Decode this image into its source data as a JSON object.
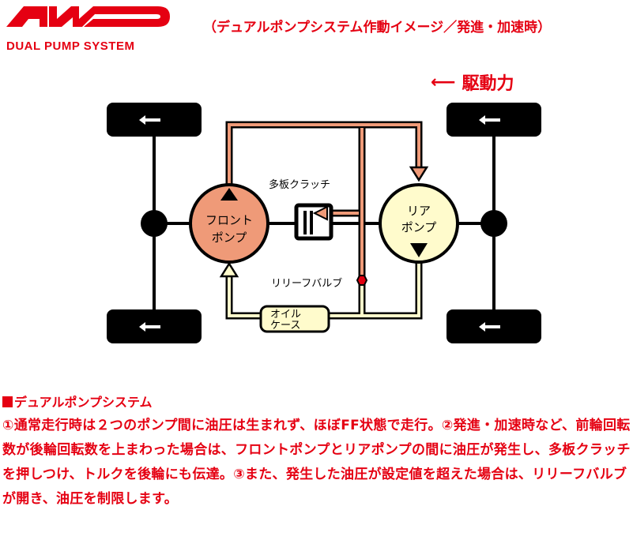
{
  "header": {
    "logo_text": "AWD",
    "logo_subtitle": "DUAL PUMP SYSTEM",
    "subtitle": "（デュアルポンプシステム作動イメージ／発進・加速時）",
    "drive_force_label": "駆動力"
  },
  "diagram": {
    "front_pump": [
      "フロント",
      "ポンプ"
    ],
    "rear_pump": [
      "リア",
      "ポンプ"
    ],
    "clutch_label": "多板クラッチ",
    "relief_valve_label": "リリーフバルブ",
    "oil_case": [
      "オイル",
      "ケース"
    ]
  },
  "section": {
    "title": "デュアルポンプシステム",
    "description": "①通常走行時は２つのポンプ間に油圧は生まれず、ほぼFF状態で走行。②発進・加速時など、前輪回転数が後輪回転数を上まわった場合は、フロントポンプとリアポンプの間に油圧が発生し、多板クラッチを押しつけ、トルクを後輪にも伝達。③また、発生した油圧が設定値を超えた場合は、リリーフバルブが開き、油圧を制限します。"
  },
  "colors": {
    "brand_red": "#e50012",
    "front_pump": "#ef9a78",
    "rear_pump": "#fffbcc",
    "valve": "#e0000f"
  }
}
